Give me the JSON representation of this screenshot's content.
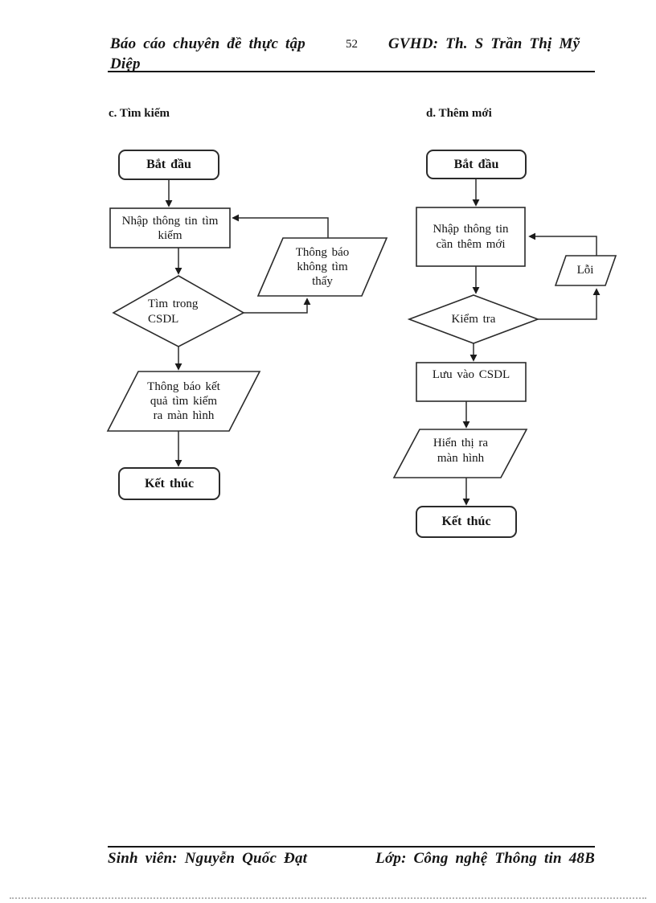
{
  "header": {
    "left_title": "Báo cáo chuyên đề thực tập",
    "page_number": "52",
    "right_title": "GVHD: Th. S Trần Thị Mỹ",
    "right_title_wrap": "Diệp"
  },
  "footer": {
    "student": "Sinh viên: Nguyễn Quốc Đạt",
    "class": "Lớp: Công nghệ Thông tin 48B"
  },
  "flowcharts": [
    {
      "label": "c. Tìm kiếm",
      "nodes": {
        "start": "Bắt đầu",
        "input": "Nhập thông tin tìm\nkiếm",
        "decision": "Tìm trong\nCSDL",
        "not_found": "Thông báo\nkhông tìm\nthấy",
        "output": "Thông báo kết\nquả tìm kiếm\nra màn hình",
        "end": "Kết thúc"
      }
    },
    {
      "label": "d. Thêm mới",
      "nodes": {
        "start": "Bắt đầu",
        "input": "Nhập thông tin\ncần thêm mới",
        "decision": "Kiểm tra",
        "error": "Lỗi",
        "save": "Lưu vào CSDL",
        "output": "Hiển thị ra\nmàn hình",
        "end": "Kết thúc"
      }
    }
  ]
}
